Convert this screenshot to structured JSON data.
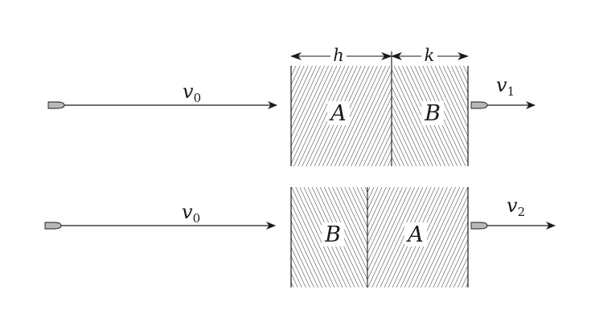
{
  "top_row": {
    "incoming_velocity": {
      "symbol": "v",
      "subscript": "0"
    },
    "outgoing_velocity": {
      "symbol": "v",
      "subscript": "1"
    },
    "blocks": [
      "A",
      "B"
    ],
    "dimensions": [
      "h",
      "k"
    ]
  },
  "bottom_row": {
    "incoming_velocity": {
      "symbol": "v",
      "subscript": "0"
    },
    "outgoing_velocity": {
      "symbol": "v",
      "subscript": "2"
    },
    "blocks": [
      "B",
      "A"
    ]
  },
  "colors": {
    "line": "#1a1a1a",
    "bullet_fill": "#b8b8b8",
    "label_bg": "#ffffff"
  }
}
